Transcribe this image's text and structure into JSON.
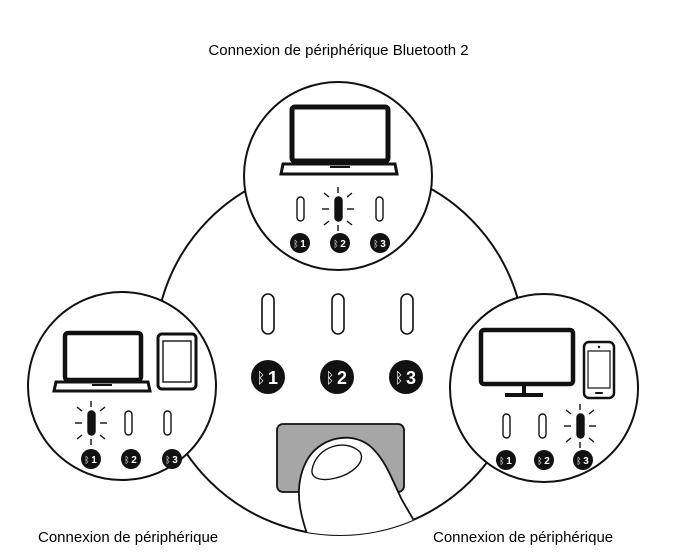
{
  "captions": {
    "top": "Connexion de périphérique Bluetooth 2",
    "left": "Connexion de périphérique",
    "right": "Connexion de périphérique"
  },
  "channels": [
    {
      "number": "1"
    },
    {
      "number": "2"
    },
    {
      "number": "3"
    }
  ],
  "panels": {
    "top": {
      "active_channel": 2,
      "devices": [
        "laptop-icon"
      ]
    },
    "left": {
      "active_channel": 1,
      "devices": [
        "laptop-icon",
        "tablet-icon"
      ]
    },
    "right": {
      "active_channel": 3,
      "devices": [
        "monitor-icon",
        "smartphone-icon"
      ]
    }
  },
  "colors": {
    "line": "#111111",
    "touchpad": "#a6a6a6",
    "background": "#ffffff"
  }
}
